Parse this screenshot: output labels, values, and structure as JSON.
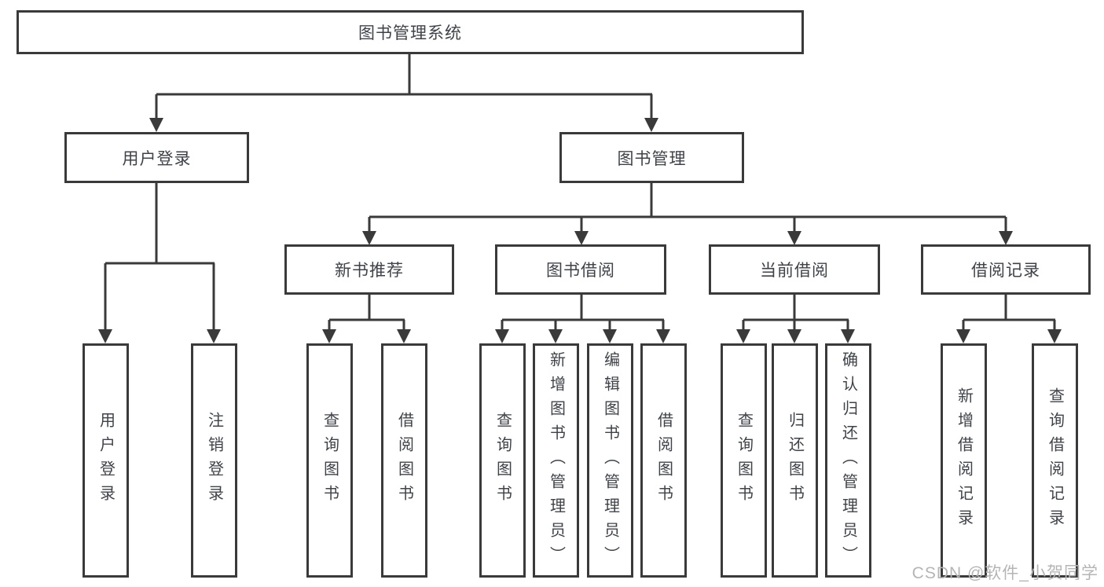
{
  "tree": {
    "label": "图书管理系统",
    "children": [
      {
        "label": "用户登录",
        "children": [
          {
            "label": "用户登录"
          },
          {
            "label": "注销登录"
          }
        ]
      },
      {
        "label": "图书管理",
        "children": [
          {
            "label": "新书推荐",
            "children": [
              {
                "label": "查询图书"
              },
              {
                "label": "借阅图书"
              }
            ]
          },
          {
            "label": "图书借阅",
            "children": [
              {
                "label": "查询图书"
              },
              {
                "label": "新增图书（管理员）"
              },
              {
                "label": "编辑图书（管理员）"
              },
              {
                "label": "借阅图书"
              }
            ]
          },
          {
            "label": "当前借阅",
            "children": [
              {
                "label": "查询图书"
              },
              {
                "label": "归还图书"
              },
              {
                "label": "确认归还（管理员）"
              }
            ]
          },
          {
            "label": "借阅记录",
            "children": [
              {
                "label": "新增借阅记录"
              },
              {
                "label": "查询借阅记录"
              }
            ]
          }
        ]
      }
    ]
  },
  "watermark": {
    "text": "CSDN @软件_小贺同学"
  },
  "colors": {
    "line": "#3a3a3a",
    "node_border": "#3a3a3a",
    "node_fill": "#ffffff",
    "node_text": "#3f4348",
    "watermark": "#b5b5b5",
    "background": "#ffffff"
  }
}
